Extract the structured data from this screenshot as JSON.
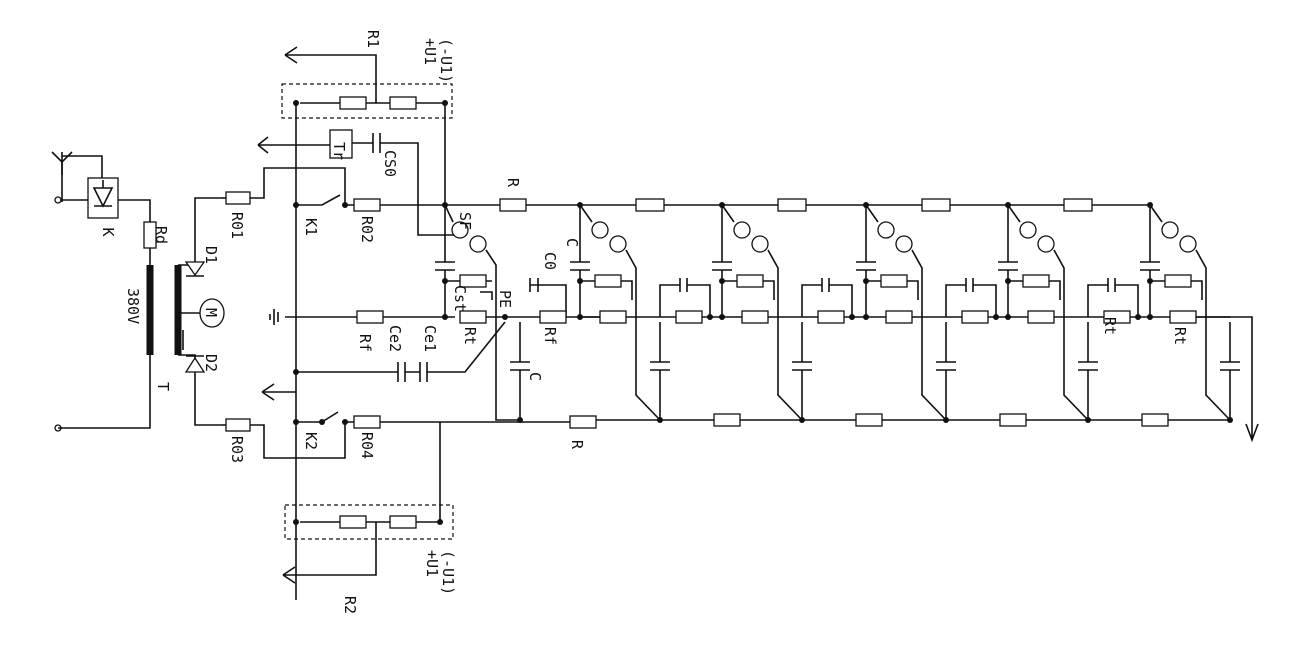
{
  "labels": {
    "top_terminal": "+U1\n(-U1)",
    "bottom_terminal": "+U1\n(-U1)",
    "r1": "R1",
    "r2": "R2",
    "rd": "Rd",
    "k": "K",
    "transformer_voltage": "380V",
    "t": "T",
    "m": "M",
    "d1": "D1",
    "d2": "D2",
    "r01": "R01",
    "r02": "R02",
    "r03": "R03",
    "r04": "R04",
    "k1": "K1",
    "k2": "K2",
    "tr": "Tr",
    "cs0": "CS0",
    "r_top": "R",
    "r_bottom": "R",
    "sf": "SF",
    "c_main": "C",
    "c_lower": "C",
    "c0": "C0",
    "cst": "Cst",
    "pe": "PE",
    "rf1": "Rf",
    "rf2": "Rf",
    "rt1": "Rt",
    "rt2": "Rt",
    "rt3": "Rt",
    "ce1": "Ce1",
    "ce2": "Ce2"
  }
}
